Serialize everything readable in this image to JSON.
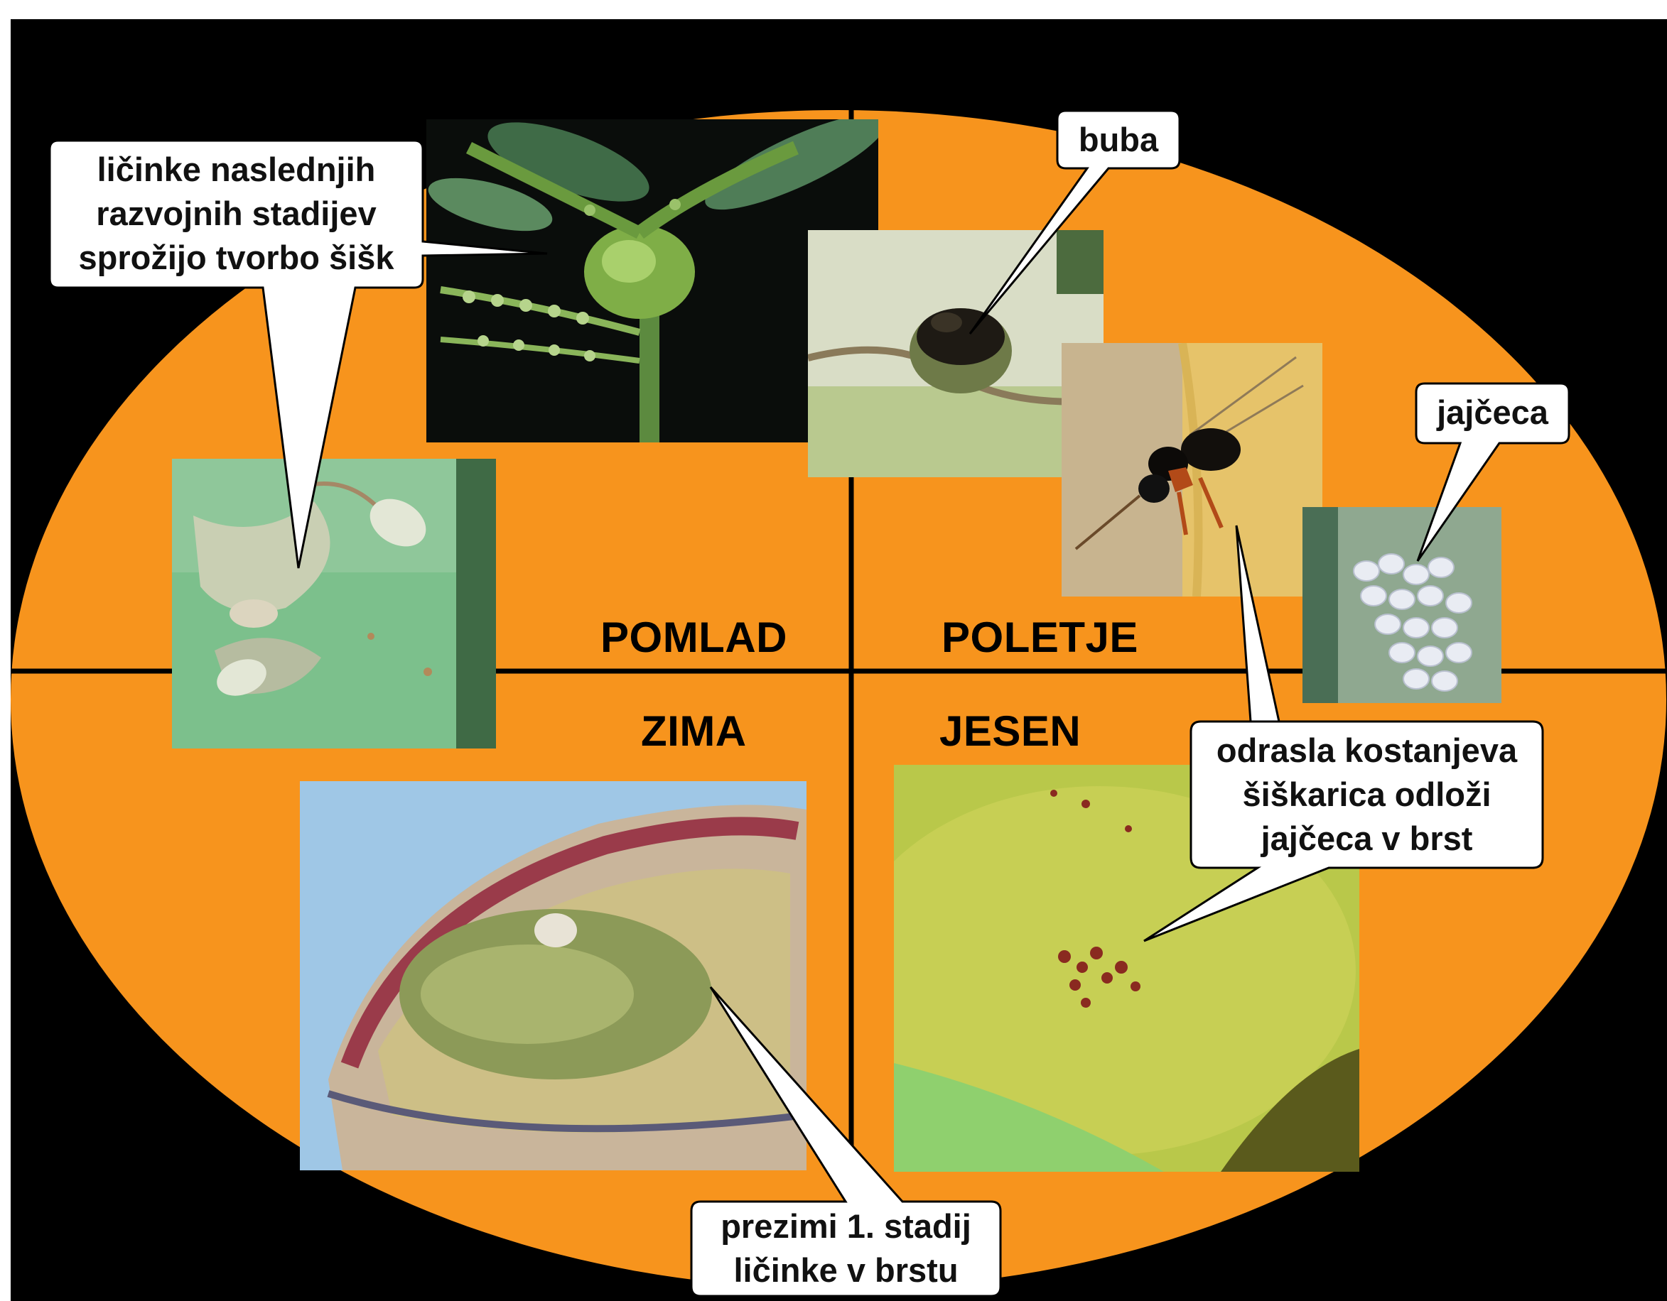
{
  "seasons": {
    "spring": "POMLAD",
    "summer": "POLETJE",
    "winter": "ZIMA",
    "autumn": "JESEN"
  },
  "callouts": {
    "larvae_galls": [
      "ličinke naslednjih",
      "razvojnih stadijev",
      "sprožijo tvorbo šišk"
    ],
    "pupa": [
      "buba"
    ],
    "eggs": [
      "jajčeca"
    ],
    "adult_wasp": [
      "odrasla kostanjeva",
      "šiškarica odloži",
      "jajčeca v brst"
    ],
    "overwinter": [
      "prezimi 1. stadij",
      "ličinke v brstu"
    ]
  },
  "photos": {
    "gall_on_shoot": "photo-gall-on-shoot",
    "larvae_in_gall": "photo-larvae-in-gall",
    "pupa_in_gall": "photo-pupa-in-gall",
    "adult_wasp_on_bud": "photo-adult-wasp",
    "eggs_in_bud": "photo-eggs-in-bud",
    "bud_section_larva": "photo-bud-section",
    "bud_surface_oviposition": "photo-bud-surface"
  },
  "colors": {
    "background": "#000000",
    "ellipse": "#F7941D",
    "divider": "#000000",
    "callout_fill": "#FFFFFF",
    "callout_stroke": "#000000"
  }
}
